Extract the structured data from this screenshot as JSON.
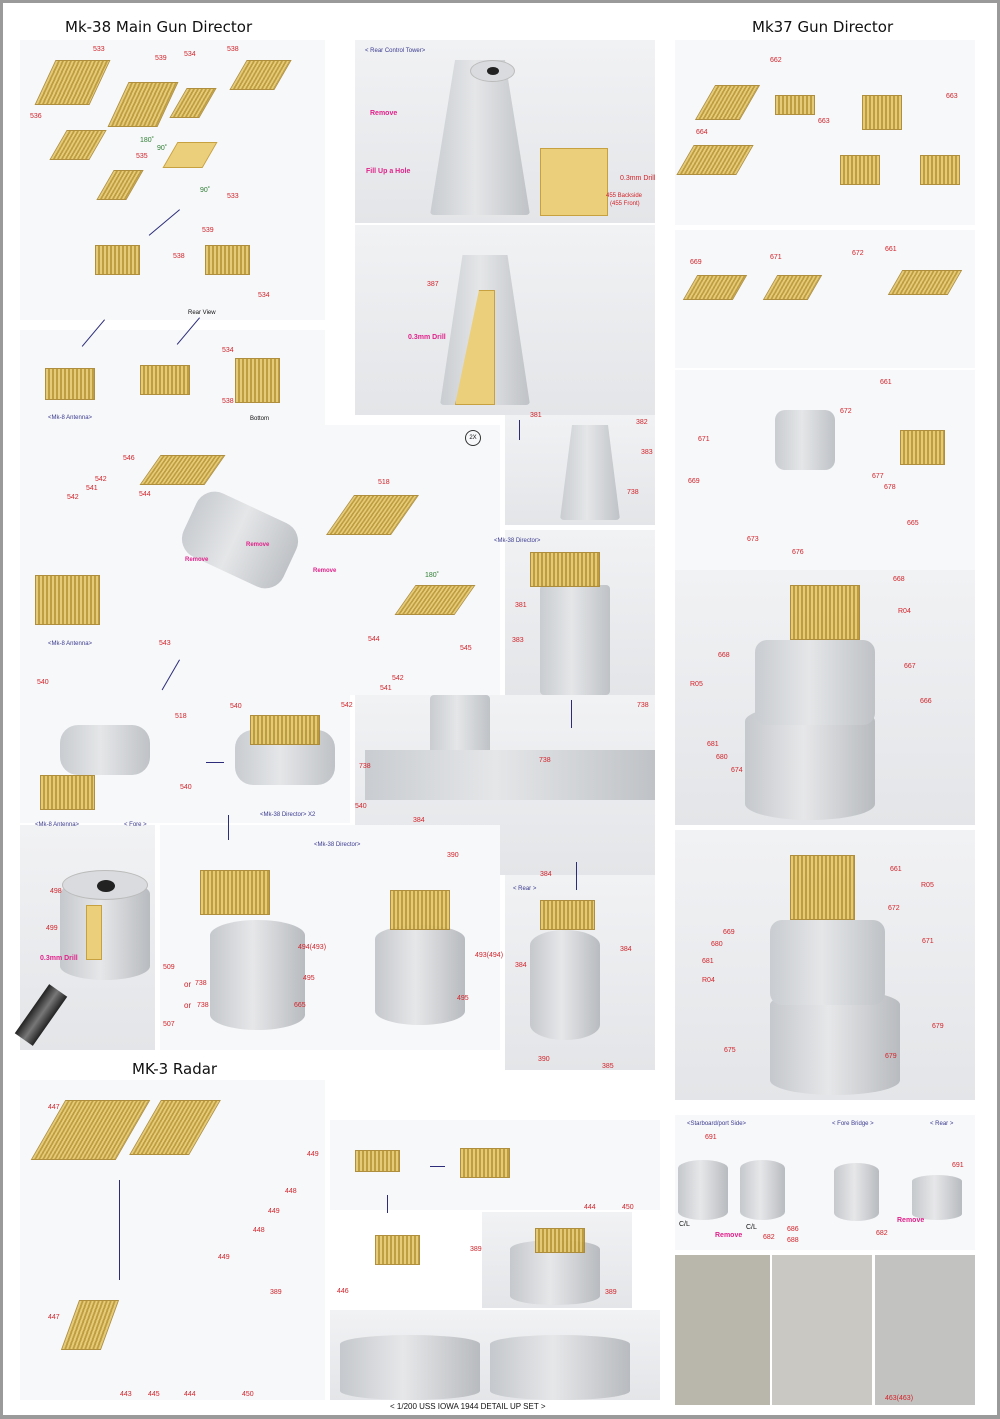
{
  "titles": {
    "mk38": "Mk-38 Main Gun Director",
    "mk37": "Mk37 Gun Director",
    "mk3": "MK-3 Radar"
  },
  "captions": {
    "rear_control_tower": "< Rear  Control Tower>",
    "rear_view": "Rear View",
    "mk8_antenna": "<Mk-8 Antenna>",
    "bottom": "Bottom",
    "scale_2x": "2X",
    "mk8_antenna_2": "<Mk-8 Antenna>",
    "mk38_director_1": "<Mk-38 Director>",
    "mk38_director_x2": "<Mk-38 Director> X2",
    "mk8_antenna_3": "<Mk-8 Antenna>",
    "fore": "< Fore >",
    "mk38_director_2": "<Mk-38 Director>",
    "rear": "< Rear >",
    "starboard_port": "<Starboard/port Side>",
    "fore_bridge": "< Fore Bridge >",
    "rear_2": "< Rear >"
  },
  "notes": {
    "remove": "Remove",
    "fill_hole": "Fill Up a Hole",
    "drill1": "0.3mm Drill",
    "backside": "455 Backside",
    "front": "(455 Front)",
    "drill2": "0.3mm Drill",
    "remove2": "Remove",
    "remove3": "Remove",
    "remove4": "Remove",
    "drill3": "0.3mm Drill",
    "remove5": "Remove",
    "remove6": "Remove",
    "cl1": "C/L",
    "cl2": "C/L",
    "or1": "or",
    "or2": "or"
  },
  "angles": [
    "180˚",
    "90˚",
    "90˚",
    "180˚"
  ],
  "parts": [
    "533",
    "539",
    "534",
    "538",
    "536",
    "535",
    "533",
    "538",
    "539",
    "534",
    "534",
    "538",
    "546",
    "542",
    "541",
    "544",
    "542",
    "518",
    "543",
    "544",
    "545",
    "542",
    "541",
    "542",
    "387",
    "381",
    "382",
    "383",
    "738",
    "381",
    "383",
    "738",
    "540",
    "518",
    "540",
    "540",
    "540",
    "738",
    "738",
    "384",
    "390",
    "384",
    "498",
    "499",
    "509",
    "507",
    "738",
    "738",
    "494(493)",
    "495",
    "665",
    "493(494)",
    "495",
    "384",
    "384",
    "390",
    "385",
    "662",
    "663",
    "663",
    "664",
    "669",
    "671",
    "672",
    "661",
    "661",
    "672",
    "671",
    "669",
    "677",
    "678",
    "673",
    "676",
    "665",
    "668",
    "668",
    "R04",
    "R05",
    "667",
    "666",
    "681",
    "680",
    "674",
    "661",
    "R05",
    "672",
    "671",
    "669",
    "680",
    "681",
    "R04",
    "679",
    "679",
    "675",
    "447",
    "449",
    "448",
    "449",
    "448",
    "449",
    "447",
    "443",
    "445",
    "444",
    "450",
    "389",
    "444",
    "450",
    "446",
    "389",
    "389",
    "691",
    "686",
    "688",
    "682",
    "682",
    "691",
    "463(463)"
  ],
  "footer": "< 1/200 USS IOWA 1944 DETAIL UP SET >"
}
